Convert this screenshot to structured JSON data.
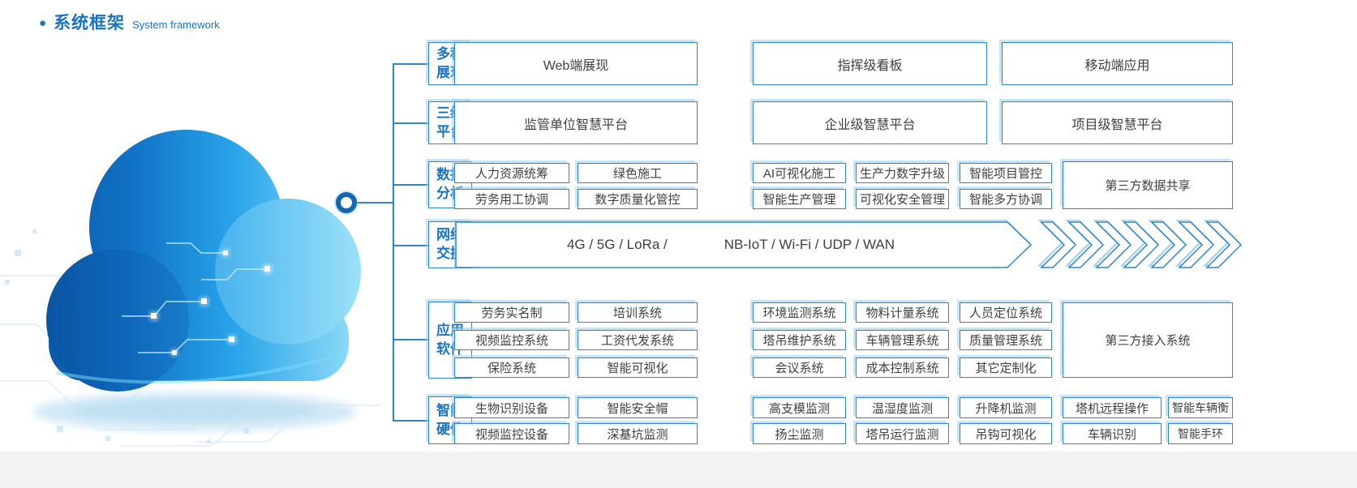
{
  "page": {
    "title_zh": "系统框架",
    "title_en": "System framework",
    "bullet": "●"
  },
  "colors": {
    "accent": "#1873c2",
    "box_border": "#2e86c9",
    "box_text": "#3f3f3f",
    "glow": "#9acdf0",
    "cloud_dark": "#0a55a5",
    "cloud_light": "#97e0f9",
    "bottom_band": "#f2f2f2"
  },
  "categories": [
    {
      "id": "display",
      "line1": "多种",
      "line2": "展现"
    },
    {
      "id": "platform",
      "line1": "三级",
      "line2": "平台"
    },
    {
      "id": "data",
      "line1": "数据",
      "line2": "分析"
    },
    {
      "id": "network",
      "line1": "网络",
      "line2": "交换"
    },
    {
      "id": "software",
      "line1": "应用",
      "line2": "软件"
    },
    {
      "id": "hardware",
      "line1": "智能",
      "line2": "硬件"
    }
  ],
  "display_row": [
    "Web端展现",
    "指挥级看板",
    "移动端应用"
  ],
  "platform_row": [
    "监管单位智慧平台",
    "企业级智慧平台",
    "项目级智慧平台"
  ],
  "data_analysis": {
    "left": [
      [
        "人力资源统筹",
        "绿色施工"
      ],
      [
        "劳务用工协调",
        "数字质量化管控"
      ]
    ],
    "right": [
      [
        "AI可视化施工",
        "生产力数字升级",
        "智能项目管控"
      ],
      [
        "智能生产管理",
        "可视化安全管理",
        "智能多方协调"
      ]
    ],
    "tall": "第三方数据共享"
  },
  "network": {
    "left": "4G / 5G / LoRa /",
    "right": "NB-IoT / Wi-Fi / UDP / WAN"
  },
  "software": {
    "left": [
      [
        "劳务实名制",
        "培训系统"
      ],
      [
        "视频监控系统",
        "工资代发系统"
      ],
      [
        "保险系统",
        "智能可视化"
      ]
    ],
    "right": [
      [
        "环境监测系统",
        "物料计量系统",
        "人员定位系统"
      ],
      [
        "塔吊维护系统",
        "车辆管理系统",
        "质量管理系统"
      ],
      [
        "会议系统",
        "成本控制系统",
        "其它定制化"
      ]
    ],
    "tall": "第三方接入系统"
  },
  "hardware": [
    [
      "生物识别设备",
      "智能安全帽",
      "高支模监测",
      "温湿度监测",
      "升降机监测",
      "塔机远程操作",
      "智能车辆衡"
    ],
    [
      "视频监控设备",
      "深基坑监测",
      "扬尘监测",
      "塔吊运行监测",
      "吊钩可视化",
      "车辆识别",
      "智能手环"
    ]
  ]
}
